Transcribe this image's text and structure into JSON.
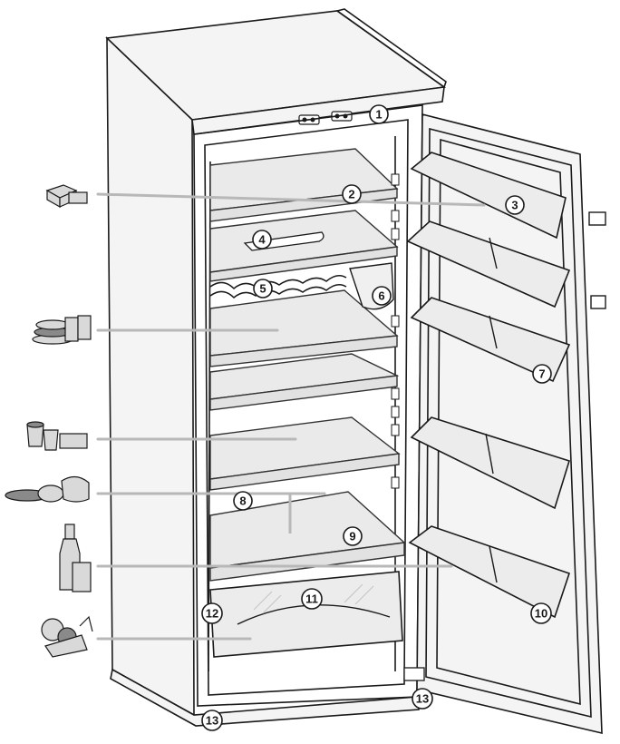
{
  "callouts": [
    {
      "id": "c1",
      "label": "1"
    },
    {
      "id": "c2",
      "label": "2"
    },
    {
      "id": "c3",
      "label": "3"
    },
    {
      "id": "c4",
      "label": "4"
    },
    {
      "id": "c5",
      "label": "5"
    },
    {
      "id": "c6",
      "label": "6"
    },
    {
      "id": "c7",
      "label": "7"
    },
    {
      "id": "c8",
      "label": "8"
    },
    {
      "id": "c9",
      "label": "9"
    },
    {
      "id": "c10",
      "label": "10"
    },
    {
      "id": "c11",
      "label": "11"
    },
    {
      "id": "c12",
      "label": "12"
    },
    {
      "id": "c13a",
      "label": "13"
    },
    {
      "id": "c13b",
      "label": "13"
    }
  ],
  "food_icons": [
    "cheese-butter-icon",
    "plates-and-cans-icon",
    "yogurt-cups-icon",
    "meat-and-fish-icon",
    "bottles-icon",
    "vegetables-icon"
  ],
  "colors": {
    "line": "#1a1a1a",
    "leader": "#b8b8b8",
    "shelf": "#e2e2e2",
    "background": "#ffffff"
  }
}
